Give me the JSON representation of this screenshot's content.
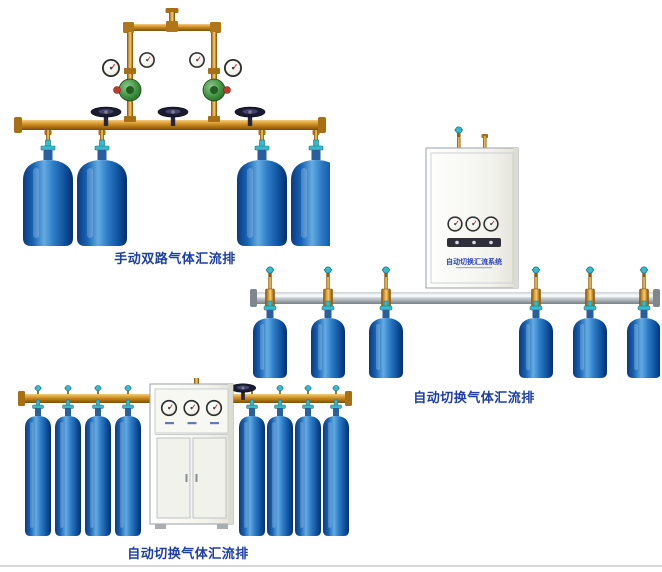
{
  "page": {
    "background_color": "#ffffff",
    "bottom_rule_color": "#d8d8d8"
  },
  "figures": {
    "manual_dual": {
      "caption": "手动双路气体汇流排",
      "cylinder_count": 4
    },
    "auto_switch_right": {
      "caption": "自动切换气体汇流排",
      "cabinet_label": "自动切换汇流系统",
      "cylinder_count": 6
    },
    "auto_switch_bottom": {
      "caption": "自动切换气体汇流排",
      "cylinder_count": 8
    }
  },
  "colors": {
    "caption_text": "#1d3ea6",
    "cylinder_blue": "#1565c0",
    "brass_pipe": "#c8892b",
    "aluminum_pipe": "#b9c0c5",
    "valve_cyan": "#39b9cc",
    "regulator_green": "#3f8f3f",
    "cabinet_body": "#f5f5f1",
    "cabinet_label_blue": "#2645b8"
  }
}
